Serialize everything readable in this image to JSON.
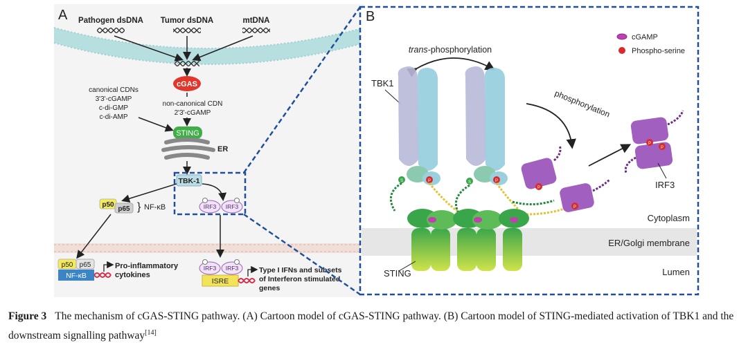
{
  "panelA": {
    "letter": "A",
    "dna_sources": [
      "Pathogen dsDNA",
      "Tumor dsDNA",
      "mtDNA"
    ],
    "cgas": "cGAS",
    "canonical_cdns": [
      "canonical CDNs",
      "3'3'-cGAMP",
      "c-di-GMP",
      "c-di-AMP"
    ],
    "noncanonical_cdn": [
      "non-canonical CDN",
      "2'3'-cGAMP"
    ],
    "sting": "STING",
    "er": "ER",
    "tbk1": "TBK-1",
    "p50": "p50",
    "p65": "p65",
    "nfkb_label": "NF-κB",
    "irf3": "IRF3",
    "phospho_mark": "P",
    "nfkb_box": "NF-κB",
    "nfkb_output": [
      "Pro-inflammatory",
      "cytokines"
    ],
    "isre": "ISRE",
    "irf_output": [
      "Type I IFNs and subsets",
      "of Interferon stimulated",
      "genes"
    ]
  },
  "panelB": {
    "letter": "B",
    "legend": [
      {
        "label": "cGAMP",
        "color": "#c040b0"
      },
      {
        "label": "Phospho-serine",
        "color": "#d92b2b"
      }
    ],
    "trans_italic": "trans",
    "trans_rest": "-phosphorylation",
    "phosphorylation": "phosphorylation",
    "tbk1": "TBK1",
    "irf3": "IRF3",
    "sting": "STING",
    "serine_mark": "S",
    "phospho_mark": "P",
    "regions": [
      "Cytoplasm",
      "ER/Golgi membrane",
      "Lumen"
    ]
  },
  "caption": {
    "label": "Figure 3",
    "text": "The mechanism of cGAS-STING pathway. (A) Cartoon model of cGAS-STING pathway. (B) Cartoon model of STING-mediated activation of TBK1 and the downstream signalling pathway",
    "ref": "[14]"
  },
  "colors": {
    "membrane": "#b8dfe0",
    "cgas": "#e0362c",
    "sting": "#3fae49",
    "tbk": "#bcdde6",
    "irf3": "#a15fc0",
    "nfkb": "#3b85c6",
    "p50": "#f4ea5a",
    "isre": "#f2e35b",
    "dash": "#1f4e9a"
  }
}
